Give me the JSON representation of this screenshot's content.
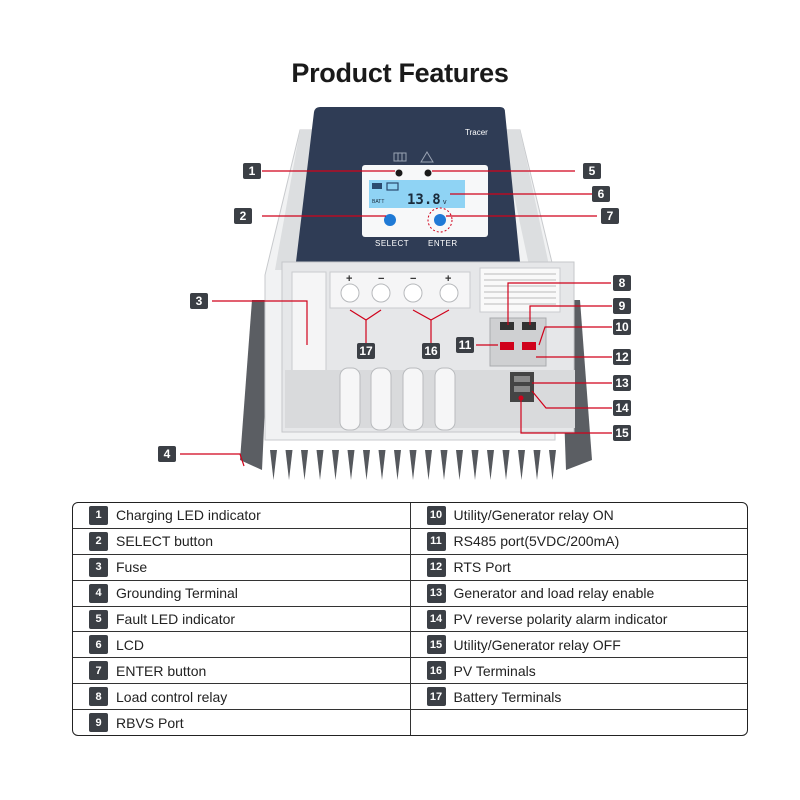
{
  "title": "Product Features",
  "device": {
    "brand": "Tracer",
    "lcd_value": "13.8",
    "lcd_unit": "v",
    "lcd_label": "BATT",
    "select_label": "SELECT",
    "enter_label": "ENTER"
  },
  "callouts": [
    "1",
    "2",
    "3",
    "4",
    "5",
    "6",
    "7",
    "8",
    "9",
    "10",
    "11",
    "12",
    "13",
    "14",
    "15",
    "16",
    "17"
  ],
  "legend": {
    "left": [
      {
        "num": "1",
        "text": "Charging LED indicator"
      },
      {
        "num": "2",
        "text": "SELECT button"
      },
      {
        "num": "3",
        "text": "Fuse"
      },
      {
        "num": "4",
        "text": "Grounding Terminal"
      },
      {
        "num": "5",
        "text": "Fault LED indicator"
      },
      {
        "num": "6",
        "text": "LCD"
      },
      {
        "num": "7",
        "text": "ENTER button"
      },
      {
        "num": "8",
        "text": "Load control relay"
      },
      {
        "num": "9",
        "text": "RBVS Port"
      }
    ],
    "right": [
      {
        "num": "10",
        "text": "Utility/Generator relay ON"
      },
      {
        "num": "11",
        "text": "RS485 port(5VDC/200mA)"
      },
      {
        "num": "12",
        "text": "RTS Port"
      },
      {
        "num": "13",
        "text": "Generator and load relay enable"
      },
      {
        "num": "14",
        "text": "PV reverse polarity alarm indicator"
      },
      {
        "num": "15",
        "text": "Utility/Generator relay OFF"
      },
      {
        "num": "16",
        "text": "PV Terminals"
      },
      {
        "num": "17",
        "text": "Battery Terminals"
      },
      {
        "num": "",
        "text": ""
      }
    ]
  },
  "colors": {
    "callout_bg": "#3b3f45",
    "leader_line": "#d0021b",
    "panel": "#2f3c55",
    "button": "#1f7ad6"
  }
}
